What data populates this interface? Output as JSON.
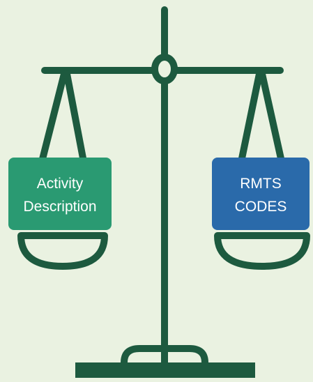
{
  "colors": {
    "background": "#eaf2e1",
    "scale": "#1d5a3f",
    "left_box": "#2a9a72",
    "right_box": "#2a6aaa"
  },
  "icon": "balance-scale-icon",
  "left_pan": {
    "line1": "Activity",
    "line2": "Description"
  },
  "right_pan": {
    "line1": "RMTS",
    "line2": "CODES"
  }
}
